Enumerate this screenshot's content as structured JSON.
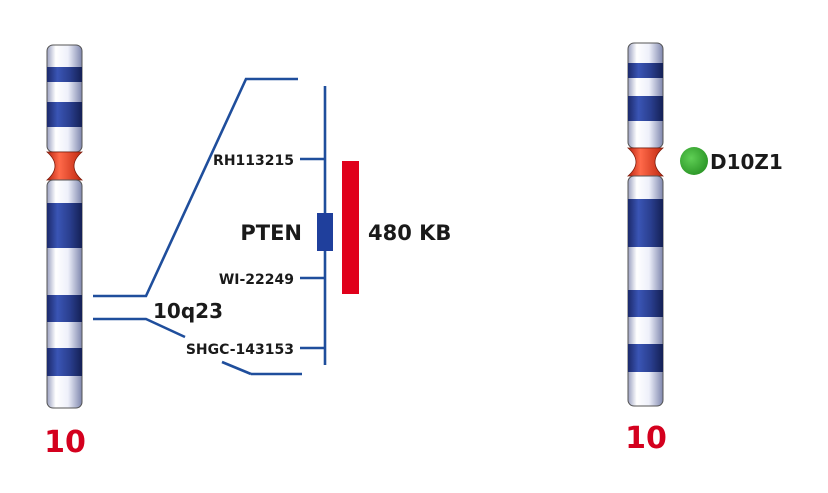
{
  "left_chromosome": {
    "number_label": "10",
    "band_label": "10q23"
  },
  "markers": {
    "top": "RH113215",
    "mid": "WI-22249",
    "bottom": "SHGC-143153"
  },
  "gene": {
    "label": "PTEN"
  },
  "region": {
    "size_label": "480 KB"
  },
  "right_chromosome": {
    "number_label": "10",
    "probe_label": "D10Z1"
  },
  "colors": {
    "band_blue": "#2a3f8f",
    "centromere_red": "#e63020",
    "line_blue": "#1f4e9c",
    "red_bar": "#e0001b",
    "probe_green": "#3aaa35",
    "number_red": "#d4001e"
  }
}
